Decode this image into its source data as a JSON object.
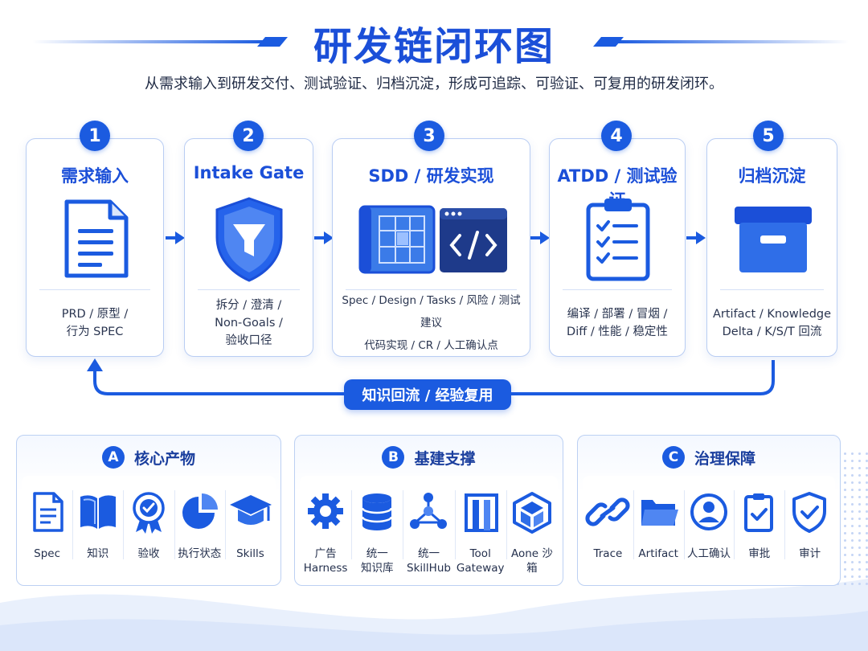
{
  "header": {
    "title": "研发链闭环图",
    "subtitle": "从需求输入到研发交付、测试验证、归档沉淀，形成可追踪、可验证、可复用的研发闭环。"
  },
  "steps": [
    {
      "num": "1",
      "title": "需求输入",
      "icon": "document-icon",
      "desc": [
        "PRD / 原型 /",
        "行为 SPEC"
      ]
    },
    {
      "num": "2",
      "title": "Intake Gate",
      "icon": "funnel-shield-icon",
      "desc": [
        "拆分 / 澄清 /",
        "Non-Goals /",
        "验收口径"
      ]
    },
    {
      "num": "3",
      "title": "SDD / 研发实现",
      "icon": "blueprint-code-icon",
      "desc": [
        "Spec / Design / Tasks / 风险 / 测试建议",
        "代码实现 / CR / 人工确认点"
      ]
    },
    {
      "num": "4",
      "title": "ATDD / 测试验证",
      "icon": "checklist-icon",
      "desc": [
        "编译 / 部署 / 冒烟 /",
        "Diff / 性能 / 稳定性"
      ]
    },
    {
      "num": "5",
      "title": "归档沉淀",
      "icon": "archive-box-icon",
      "desc": [
        "Artifact / Knowledge",
        "Delta / K/S/T 回流"
      ]
    }
  ],
  "loop": {
    "label": "知识回流 / 经验复用"
  },
  "panels": [
    {
      "badge": "A",
      "title": "核心产物",
      "items": [
        {
          "icon": "spec-doc-icon",
          "label": [
            "Spec"
          ]
        },
        {
          "icon": "book-icon",
          "label": [
            "知识"
          ]
        },
        {
          "icon": "award-badge-icon",
          "label": [
            "验收"
          ]
        },
        {
          "icon": "pie-chart-icon",
          "label": [
            "执行状态"
          ]
        },
        {
          "icon": "graduation-cap-icon",
          "label": [
            "Skills"
          ]
        }
      ]
    },
    {
      "badge": "B",
      "title": "基建支撑",
      "items": [
        {
          "icon": "gear-icon",
          "label": [
            "广告",
            "Harness"
          ]
        },
        {
          "icon": "database-icon",
          "label": [
            "统一",
            "知识库"
          ]
        },
        {
          "icon": "network-nodes-icon",
          "label": [
            "统一",
            "SkillHub"
          ]
        },
        {
          "icon": "gateway-door-icon",
          "label": [
            "Tool",
            "Gateway"
          ]
        },
        {
          "icon": "cube-icon",
          "label": [
            "Aone 沙箱"
          ]
        }
      ]
    },
    {
      "badge": "C",
      "title": "治理保障",
      "items": [
        {
          "icon": "link-icon",
          "label": [
            "Trace"
          ]
        },
        {
          "icon": "folder-icon",
          "label": [
            "Artifact"
          ]
        },
        {
          "icon": "user-icon",
          "label": [
            "人工确认"
          ]
        },
        {
          "icon": "clipboard-check-icon",
          "label": [
            "审批"
          ]
        },
        {
          "icon": "shield-check-icon",
          "label": [
            "审计"
          ]
        }
      ]
    }
  ],
  "colors": {
    "primary": "#1b5be0",
    "title": "#1b4fd8",
    "border": "#b9cdf3"
  }
}
